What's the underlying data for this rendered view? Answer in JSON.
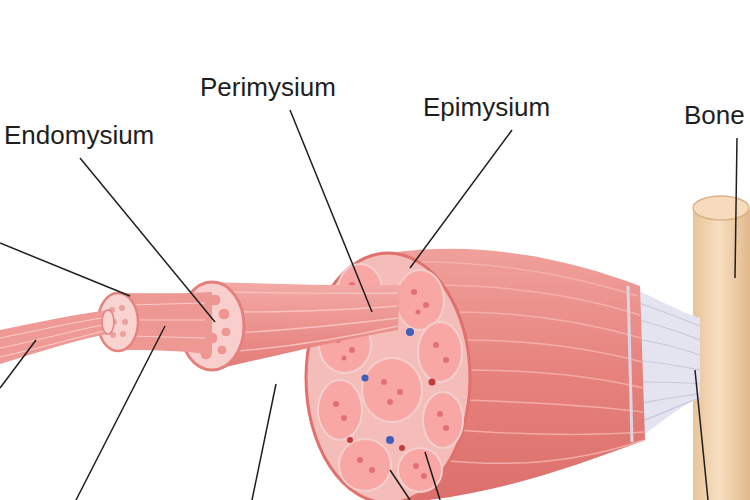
{
  "diagram": {
    "labels": [
      "Endomysium",
      "Perimysium",
      "Epimysium",
      "Bone"
    ]
  }
}
